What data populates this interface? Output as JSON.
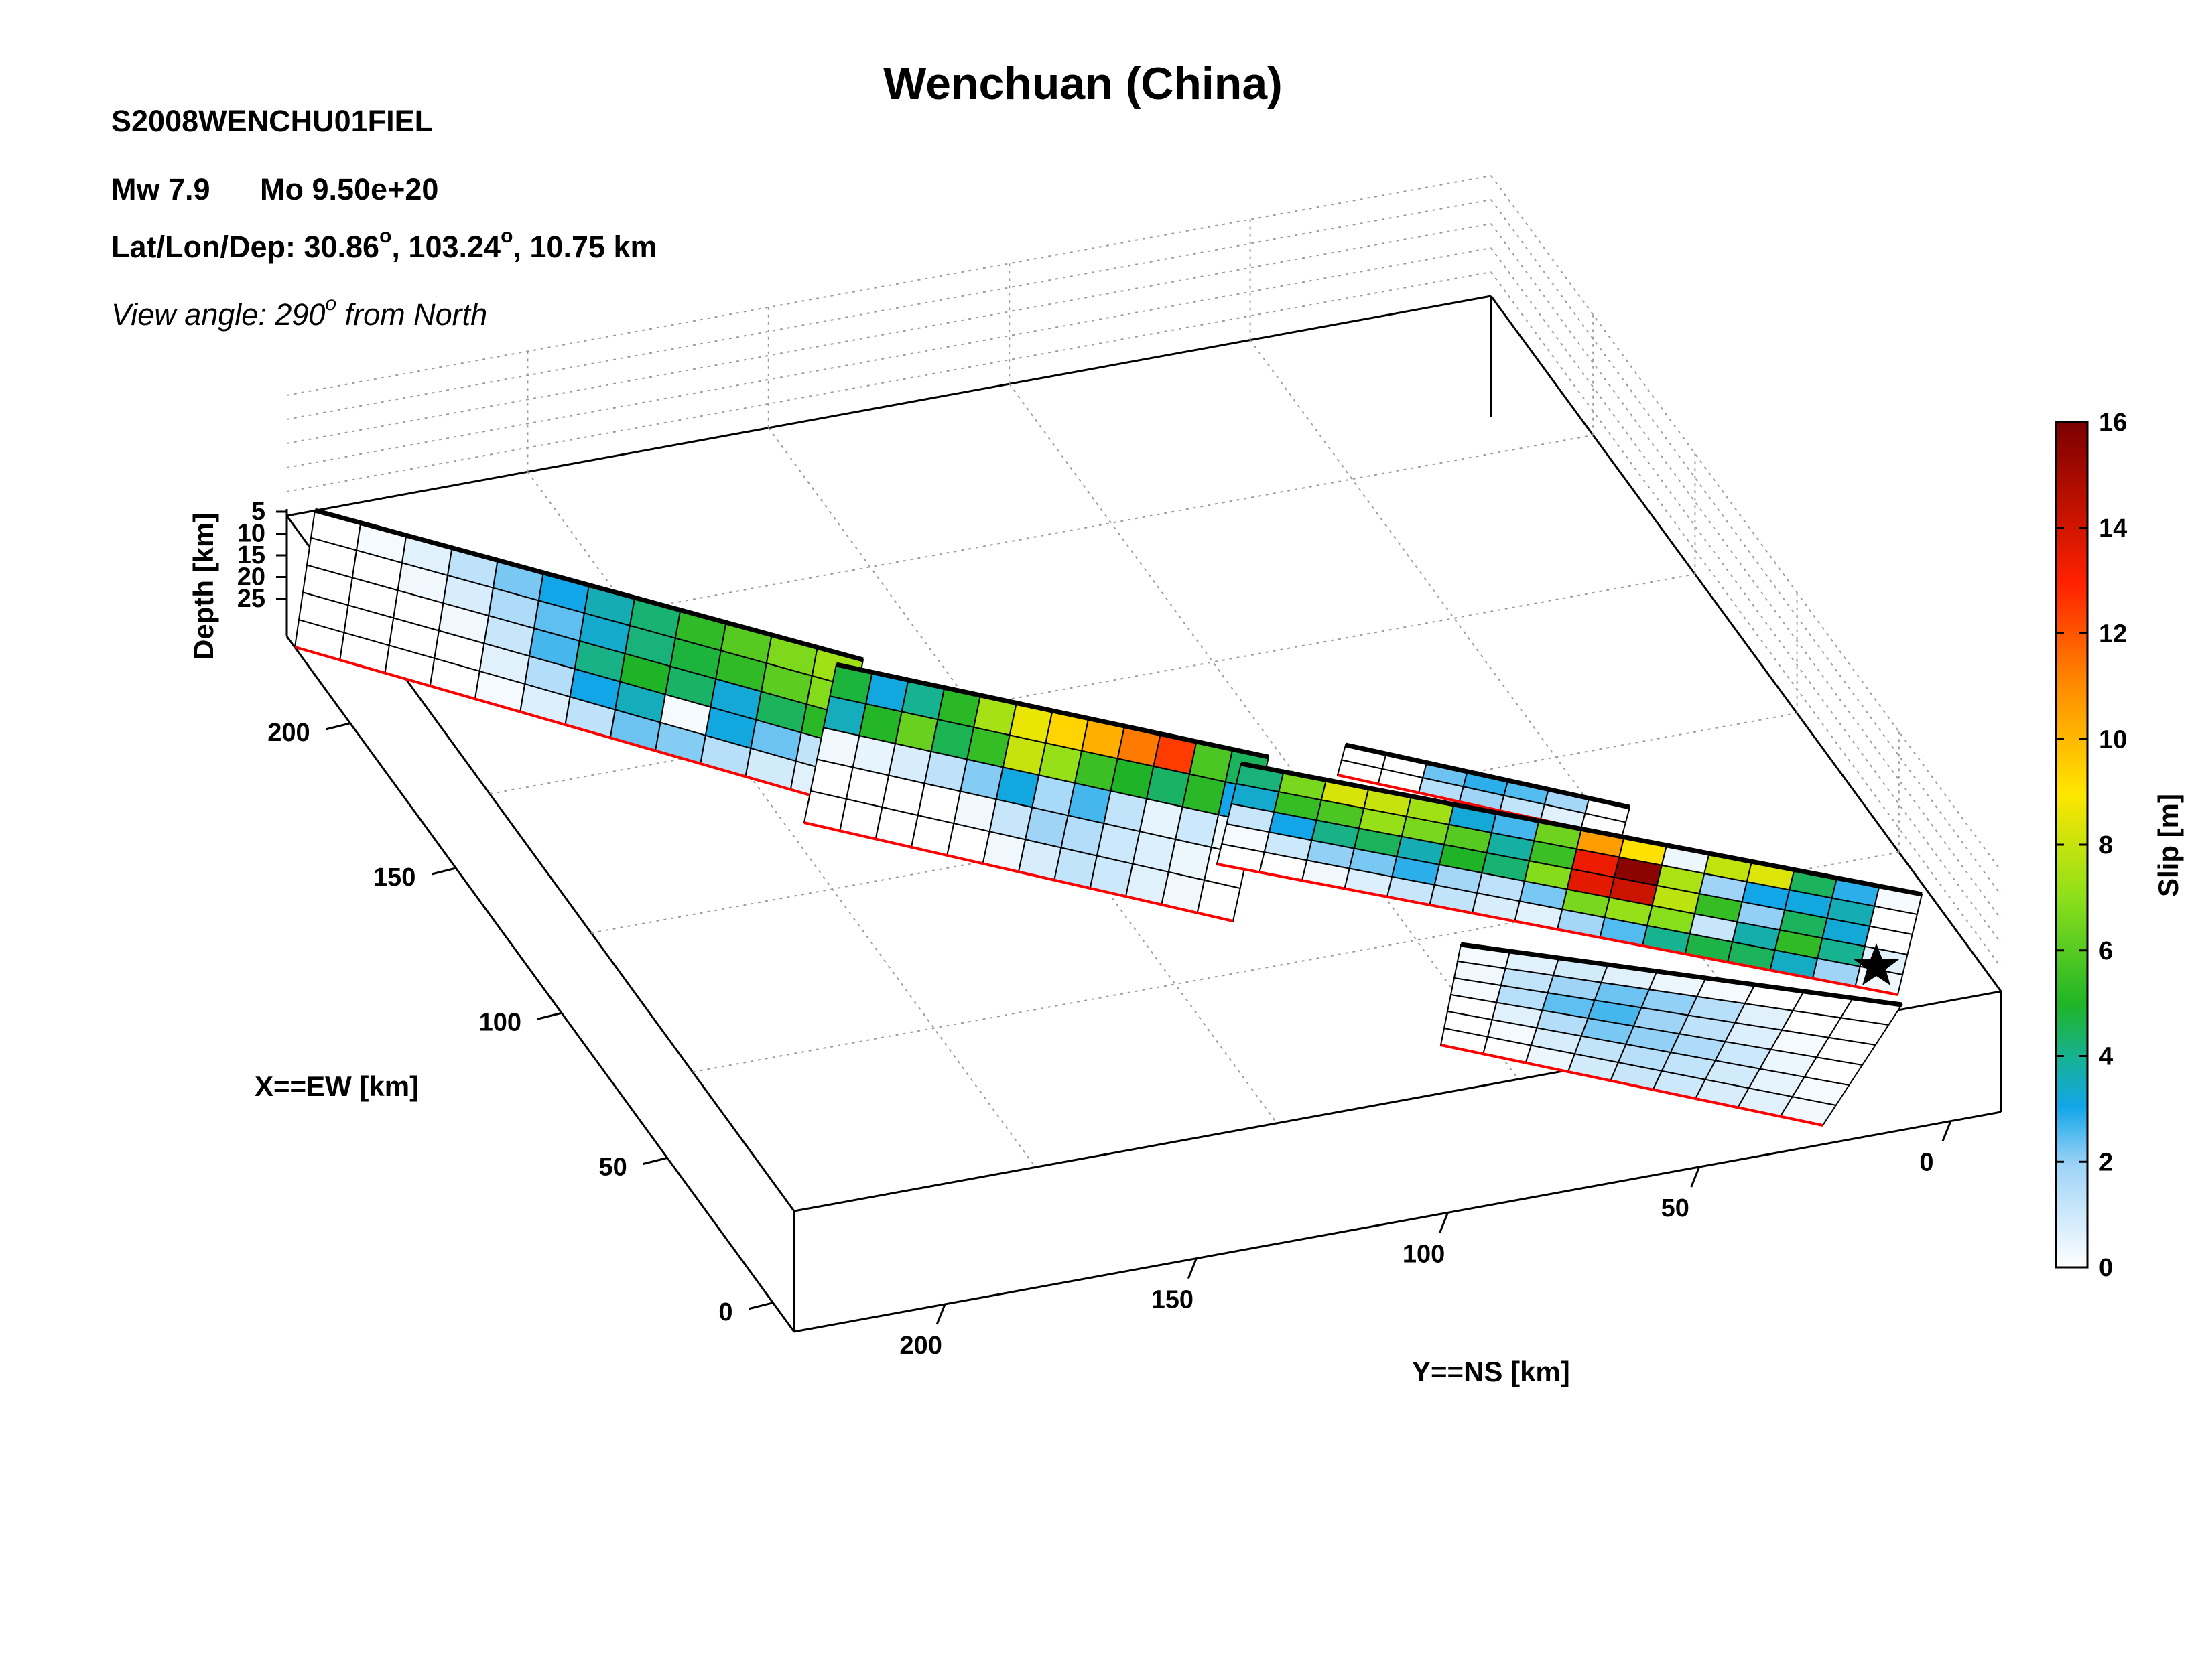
{
  "header": {
    "title": "Wenchuan (China)",
    "event_id": "S2008WENCHU01FIEL",
    "mw": "Mw 7.9",
    "mo": "Mo 9.50e+20",
    "latlon_prefix": "Lat/Lon/Dep: 30.86",
    "latlon_mid": ", 103.24",
    "latlon_suffix": ", 10.75 km",
    "degree_mark": "o",
    "view_prefix": "View angle: 290",
    "view_suffix": " from North"
  },
  "chart_data": {
    "type": "heatmap",
    "view_angle_deg": 290,
    "axes": {
      "x": {
        "label": "X==EW [km]",
        "ticks": [
          0,
          50,
          100,
          150,
          200
        ]
      },
      "y": {
        "label": "Y==NS [km]",
        "ticks": [
          0,
          50,
          100,
          150,
          200
        ]
      },
      "z": {
        "label": "Depth [km]",
        "ticks": [
          5,
          10,
          15,
          20,
          25
        ]
      }
    },
    "colorbar": {
      "label": "Slip [m]",
      "min": 0,
      "max": 16,
      "ticks": [
        0,
        2,
        4,
        6,
        8,
        10,
        12,
        14,
        16
      ]
    },
    "segments": [
      {
        "name": "",
        "slip": [
          [
            0.0,
            0.2,
            0.6,
            1.3,
            2.2,
            3.0,
            3.6,
            4.3,
            5.3,
            6.0,
            6.7,
            7.3
          ],
          [
            0.0,
            0.0,
            0.3,
            0.8,
            1.6,
            2.4,
            3.3,
            4.2,
            4.8,
            5.3,
            6.1,
            6.8
          ],
          [
            0.0,
            0.0,
            0.0,
            0.3,
            1.1,
            2.6,
            4.1,
            5.0,
            4.4,
            3.2,
            4.5,
            5.2
          ],
          [
            0.0,
            0.0,
            0.0,
            0.0,
            0.6,
            1.5,
            3.0,
            3.5,
            0.2,
            3.1,
            2.3,
            1.2
          ],
          [
            0.0,
            0.0,
            0.0,
            0.0,
            0.2,
            0.7,
            1.3,
            2.3,
            2.1,
            1.4,
            0.9,
            0.6
          ]
        ]
      },
      {
        "name": "",
        "slip": [
          [
            4.8,
            3.1,
            4.0,
            5.2,
            7.4,
            8.6,
            9.4,
            10.2,
            11.3,
            12.5,
            5.8,
            4.5
          ],
          [
            3.5,
            5.1,
            6.3,
            4.6,
            5.4,
            8.0,
            7.1,
            5.5,
            5.0,
            4.4,
            5.2,
            3.0
          ],
          [
            0.3,
            0.5,
            0.8,
            1.3,
            2.1,
            3.1,
            1.7,
            2.6,
            1.2,
            0.5,
            1.0,
            0.3
          ],
          [
            0.0,
            0.0,
            0.0,
            0.0,
            0.3,
            1.1,
            1.9,
            1.5,
            1.0,
            0.7,
            0.4,
            0.0
          ],
          [
            0.0,
            0.0,
            0.0,
            0.0,
            0.0,
            0.3,
            0.8,
            1.2,
            1.0,
            0.6,
            0.3,
            0.0
          ]
        ]
      },
      {
        "name": "",
        "slip": [
          [
            0.0,
            0.0,
            2.3,
            2.8,
            2.5,
            1.8,
            0.0
          ],
          [
            0.0,
            0.0,
            1.4,
            1.9,
            1.2,
            0.6,
            0.0
          ]
        ]
      },
      {
        "name": "",
        "slip": [
          [
            4.2,
            6.6,
            8.3,
            8.0,
            7.3,
            3.2,
            2.6,
            6.4,
            10.6,
            9.1,
            0.4,
            7.9,
            8.4,
            4.5,
            2.8,
            0.2
          ],
          [
            3.3,
            5.4,
            5.8,
            7.1,
            6.6,
            6.0,
            3.8,
            5.5,
            13.4,
            15.6,
            7.5,
            1.9,
            3.0,
            3.1,
            3.6,
            0.0
          ],
          [
            1.1,
            3.0,
            4.1,
            4.5,
            3.6,
            5.0,
            4.3,
            6.8,
            13.6,
            14.2,
            7.8,
            5.4,
            2.0,
            4.5,
            3.2,
            0.0
          ],
          [
            0.2,
            1.0,
            2.0,
            2.2,
            2.8,
            1.8,
            1.3,
            2.2,
            6.6,
            7.1,
            6.9,
            1.1,
            3.7,
            5.3,
            4.0,
            0.6
          ],
          [
            0.0,
            0.0,
            0.3,
            0.7,
            1.1,
            1.2,
            0.8,
            0.6,
            1.8,
            2.5,
            4.0,
            4.7,
            4.5,
            3.4,
            1.9,
            0.3
          ]
        ]
      },
      {
        "name": "",
        "slip": [
          [
            0.2,
            0.6,
            0.9,
            0.6,
            0.4,
            0.2,
            0.0,
            0.0,
            0.0
          ],
          [
            0.3,
            1.2,
            1.9,
            2.3,
            2.0,
            1.4,
            0.6,
            0.0,
            0.0
          ],
          [
            0.2,
            1.4,
            2.4,
            2.6,
            1.9,
            1.3,
            0.7,
            0.2,
            0.0
          ],
          [
            0.0,
            0.6,
            1.5,
            2.2,
            2.0,
            1.6,
            1.0,
            0.4,
            0.0
          ],
          [
            0.0,
            0.2,
            0.8,
            1.2,
            1.4,
            1.2,
            0.9,
            0.5,
            0.2
          ],
          [
            0.0,
            0.0,
            0.4,
            0.9,
            1.1,
            1.0,
            0.8,
            0.6,
            0.3
          ]
        ]
      }
    ]
  }
}
